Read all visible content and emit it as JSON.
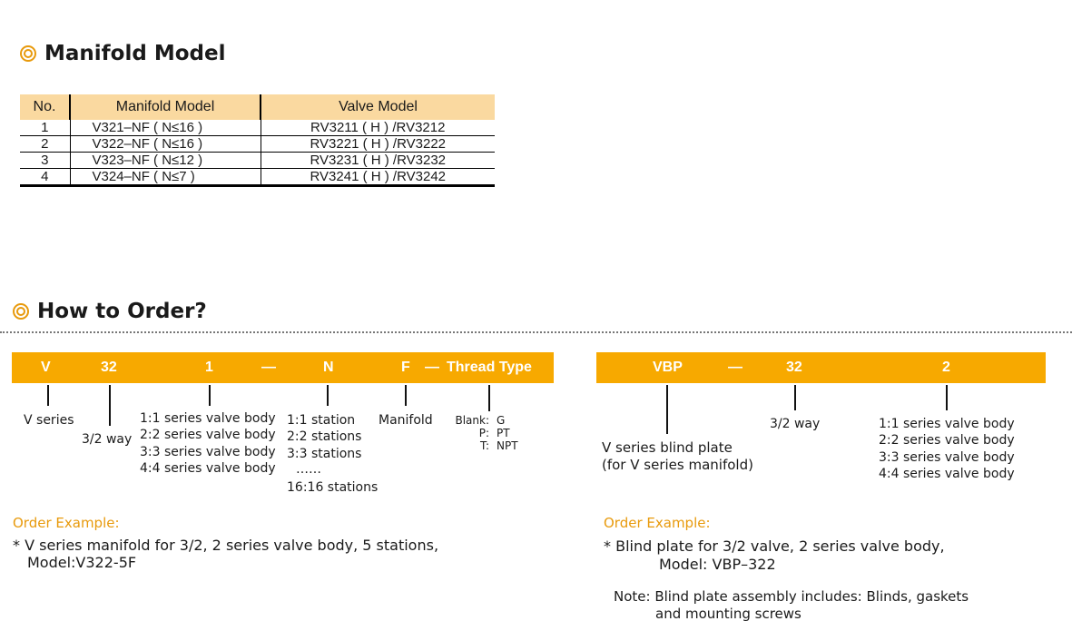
{
  "manifold_section": {
    "title": "Manifold Model",
    "headers": [
      "No.",
      "Manifold Model",
      "Valve Model"
    ],
    "rows": [
      [
        "1",
        "V321–NF ( N≤16 )",
        "RV3211 ( H ) /RV3212"
      ],
      [
        "2",
        "V322–NF ( N≤16 )",
        "RV3221 ( H ) /RV3222"
      ],
      [
        "3",
        "V323–NF ( N≤12 )",
        "RV3231 ( H ) /RV3232"
      ],
      [
        "4",
        "V324–NF ( N≤7 )",
        "RV3241 ( H ) /RV3242"
      ]
    ]
  },
  "order_section": {
    "title": "How to Order?",
    "left_bar": {
      "v": "V",
      "n32": "32",
      "n1": "1",
      "dash1": "—",
      "n": "N",
      "f": "F",
      "dash2": "—",
      "thread": "Thread Type"
    },
    "left_labels": {
      "v_series": "V series",
      "way": "3/2 way",
      "body": [
        "1:1 series valve body",
        "2:2 series valve body",
        "3:3 series valve body",
        "4:4 series valve body"
      ],
      "stations": [
        "1:1 station",
        "2:2 stations",
        "3:3 stations",
        "……",
        "16:16 stations"
      ],
      "manifold": "Manifold",
      "thread_keys": [
        "Blank:",
        "P:",
        "T:"
      ],
      "thread_vals": [
        "G",
        "PT",
        "NPT"
      ]
    },
    "left_example": {
      "heading": "Order Example:",
      "line1": "* V series manifold for 3/2, 2 series valve body, 5 stations,",
      "line2": "Model:V322-5F"
    },
    "right_bar": {
      "vbp": "VBP",
      "dash": "—",
      "n32": "32",
      "n2": "2"
    },
    "right_labels": {
      "blind1": "V series blind plate",
      "blind2": "(for V series manifold)",
      "way": "3/2 way",
      "body": [
        "1:1 series valve body",
        "2:2 series valve body",
        "3:3 series valve body",
        "4:4 series valve body"
      ]
    },
    "right_example": {
      "heading": "Order Example:",
      "line1": "* Blind plate for 3/2 valve, 2 series valve body,",
      "line2": "Model: VBP–322",
      "note1": "Note: Blind plate assembly includes: Blinds, gaskets",
      "note2": "and mounting screws"
    }
  },
  "colors": {
    "accent": "#f7a900",
    "header_bg": "#fad9a0",
    "orange_text": "#e89a0c"
  }
}
